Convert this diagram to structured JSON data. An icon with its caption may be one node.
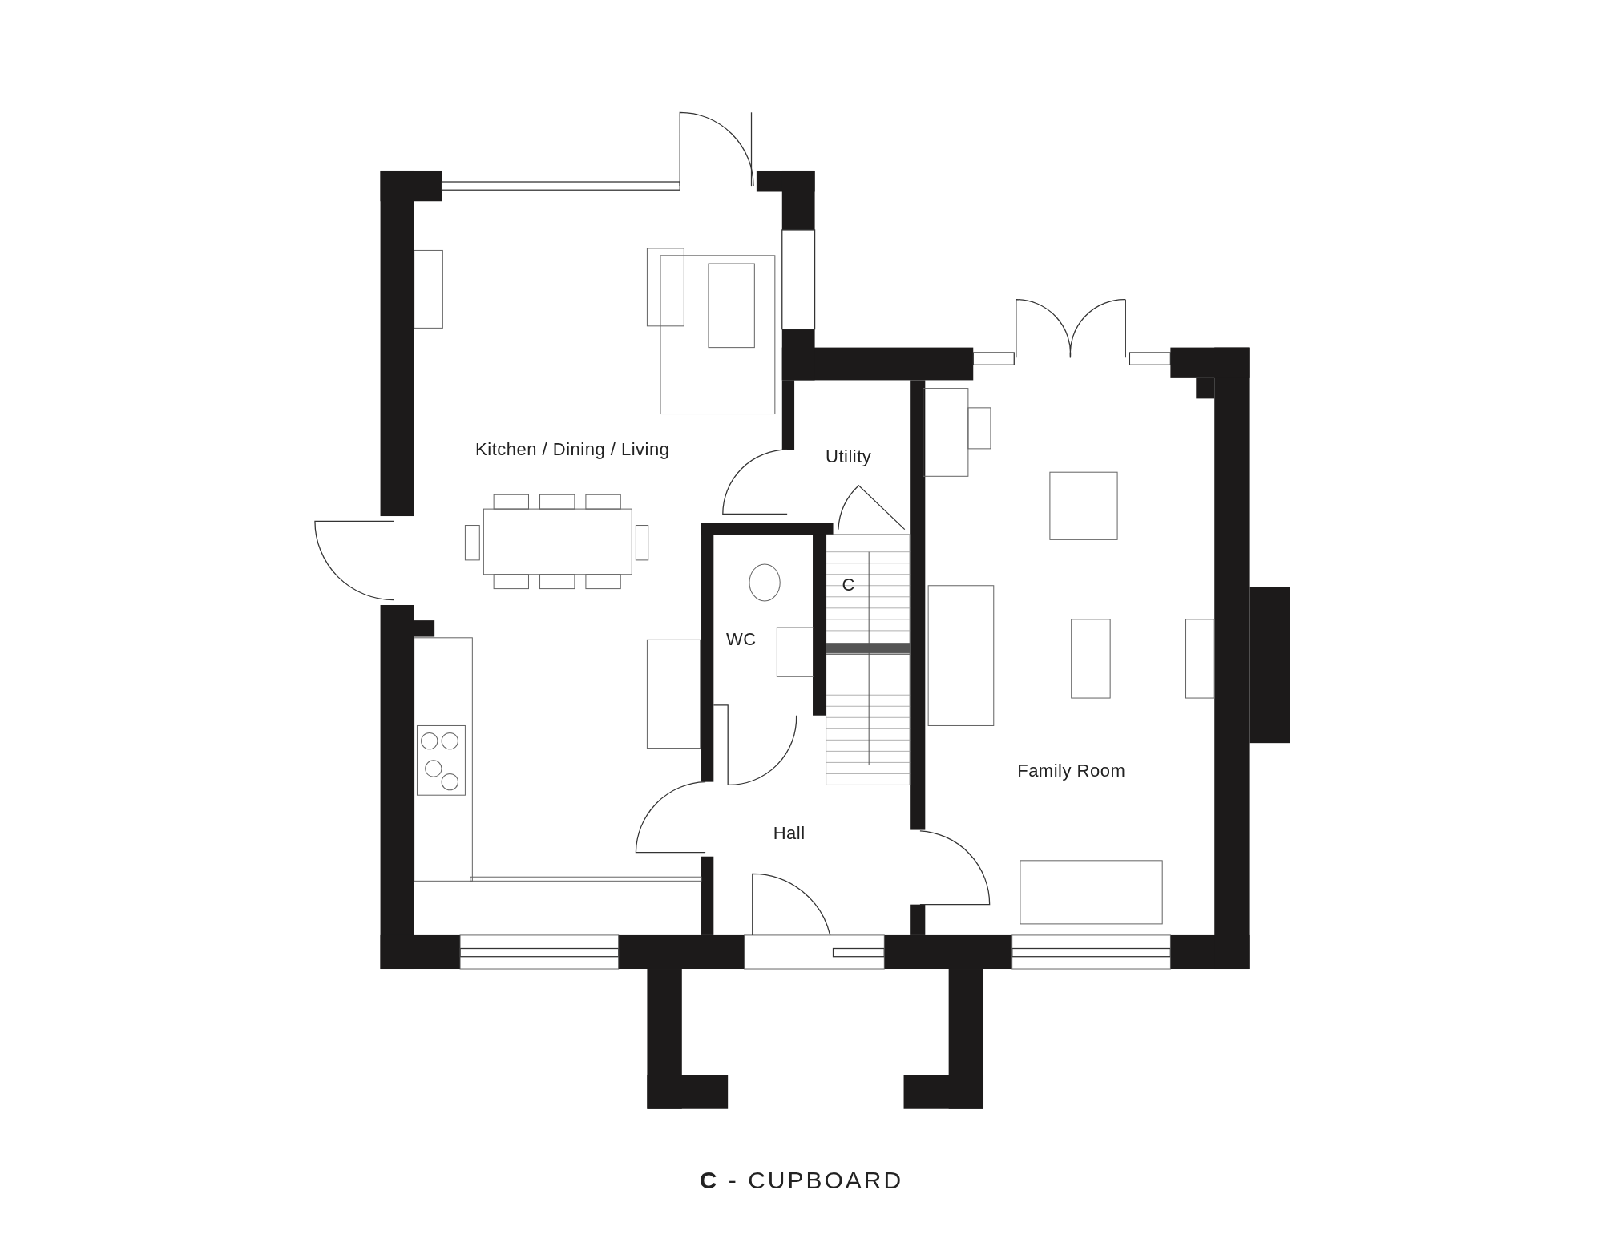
{
  "diagram": {
    "caption": "**C** - CUPBOARD",
    "labels": [
      "Kitchen / Dining / Living",
      "Utility",
      "C",
      "WC",
      "Family Room",
      "Hall"
    ]
  }
}
